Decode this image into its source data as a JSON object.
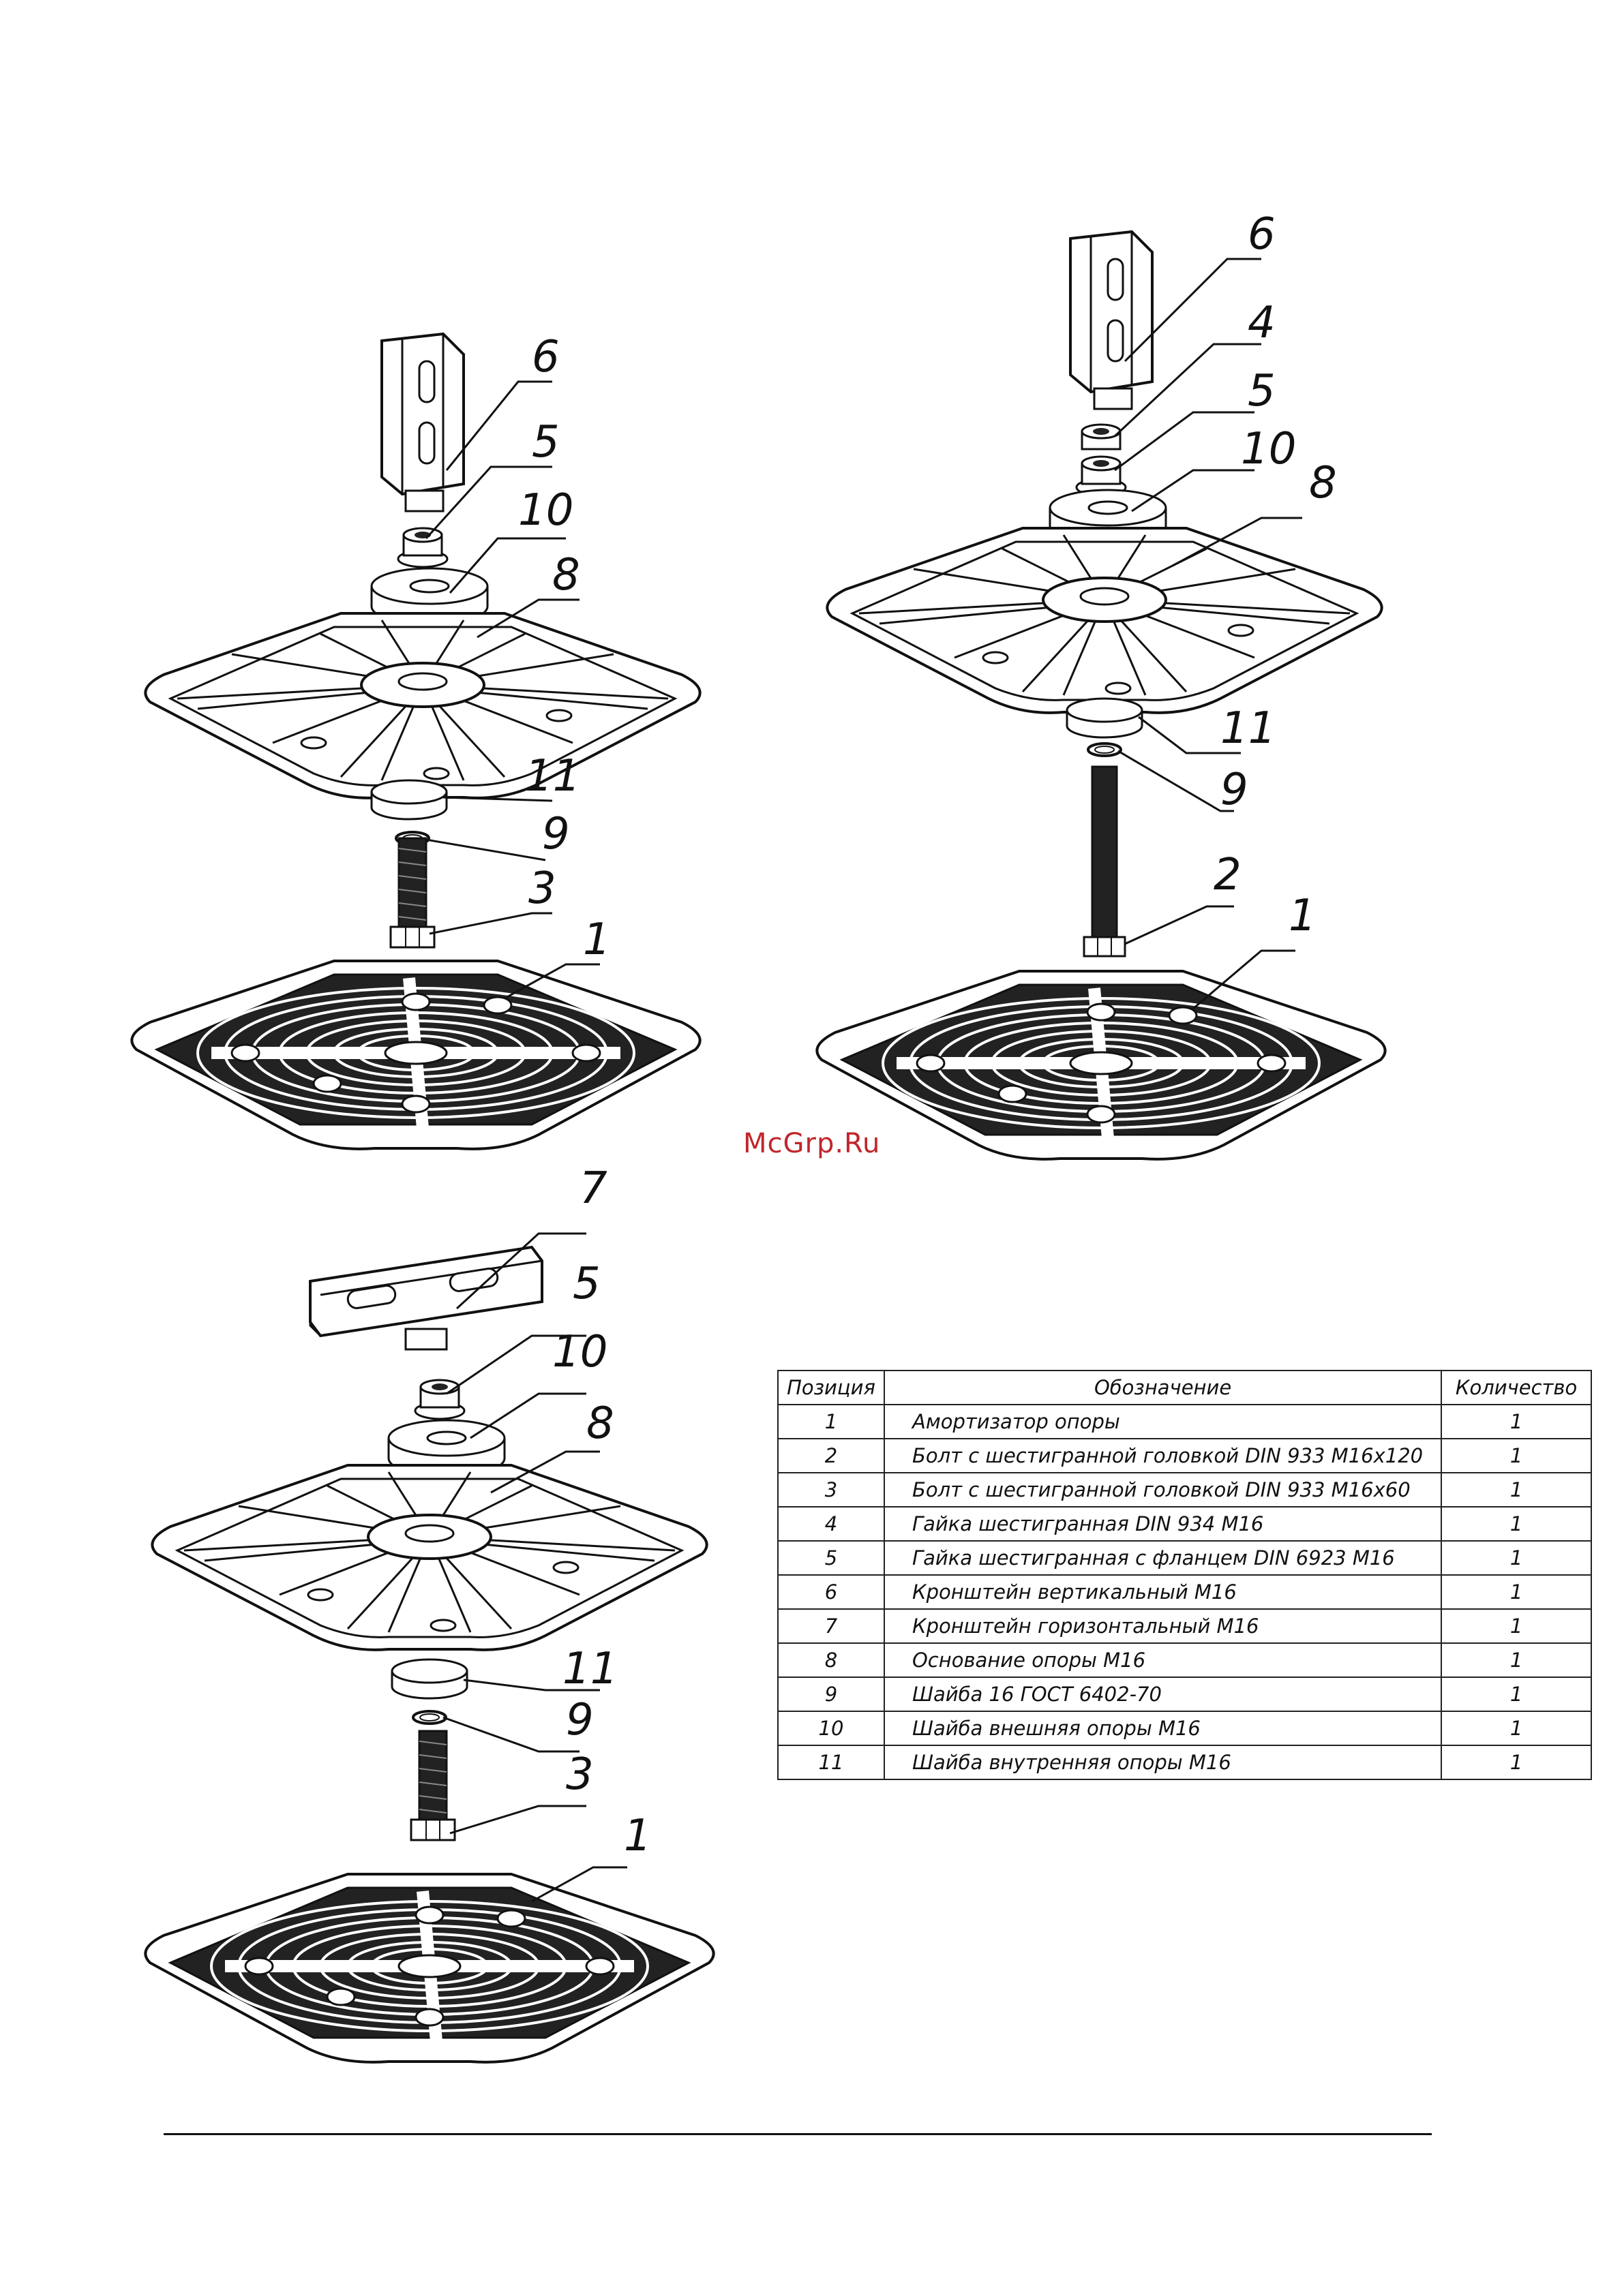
{
  "watermark": "McGrp.Ru",
  "assemblies": [
    {
      "labels": [
        "6",
        "5",
        "10",
        "8",
        "11",
        "9",
        "3",
        "1"
      ]
    },
    {
      "labels": [
        "6",
        "4",
        "5",
        "10",
        "8",
        "11",
        "9",
        "2",
        "1"
      ]
    },
    {
      "labels": [
        "7",
        "5",
        "10",
        "8",
        "11",
        "9",
        "3",
        "1"
      ]
    }
  ],
  "table": {
    "headers": [
      "Позиция",
      "Обозначение",
      "Количество"
    ],
    "rows": [
      {
        "pos": "1",
        "name": "Амортизатор опоры",
        "qty": "1"
      },
      {
        "pos": "2",
        "name": "Болт с шестигранной головкой DIN 933 M16x120",
        "qty": "1"
      },
      {
        "pos": "3",
        "name": "Болт с шестигранной головкой DIN 933 M16x60",
        "qty": "1"
      },
      {
        "pos": "4",
        "name": "Гайка шестигранная DIN 934 M16",
        "qty": "1"
      },
      {
        "pos": "5",
        "name": "Гайка шестигранная с фланцем DIN 6923 M16",
        "qty": "1"
      },
      {
        "pos": "6",
        "name": "Кронштейн вертикальный M16",
        "qty": "1"
      },
      {
        "pos": "7",
        "name": "Кронштейн горизонтальный M16",
        "qty": "1"
      },
      {
        "pos": "8",
        "name": "Основание опоры M16",
        "qty": "1"
      },
      {
        "pos": "9",
        "name": "Шайба 16 ГОСТ 6402-70",
        "qty": "1"
      },
      {
        "pos": "10",
        "name": "Шайба внешняя опоры M16",
        "qty": "1"
      },
      {
        "pos": "11",
        "name": "Шайба внутренняя опоры M16",
        "qty": "1"
      }
    ]
  }
}
